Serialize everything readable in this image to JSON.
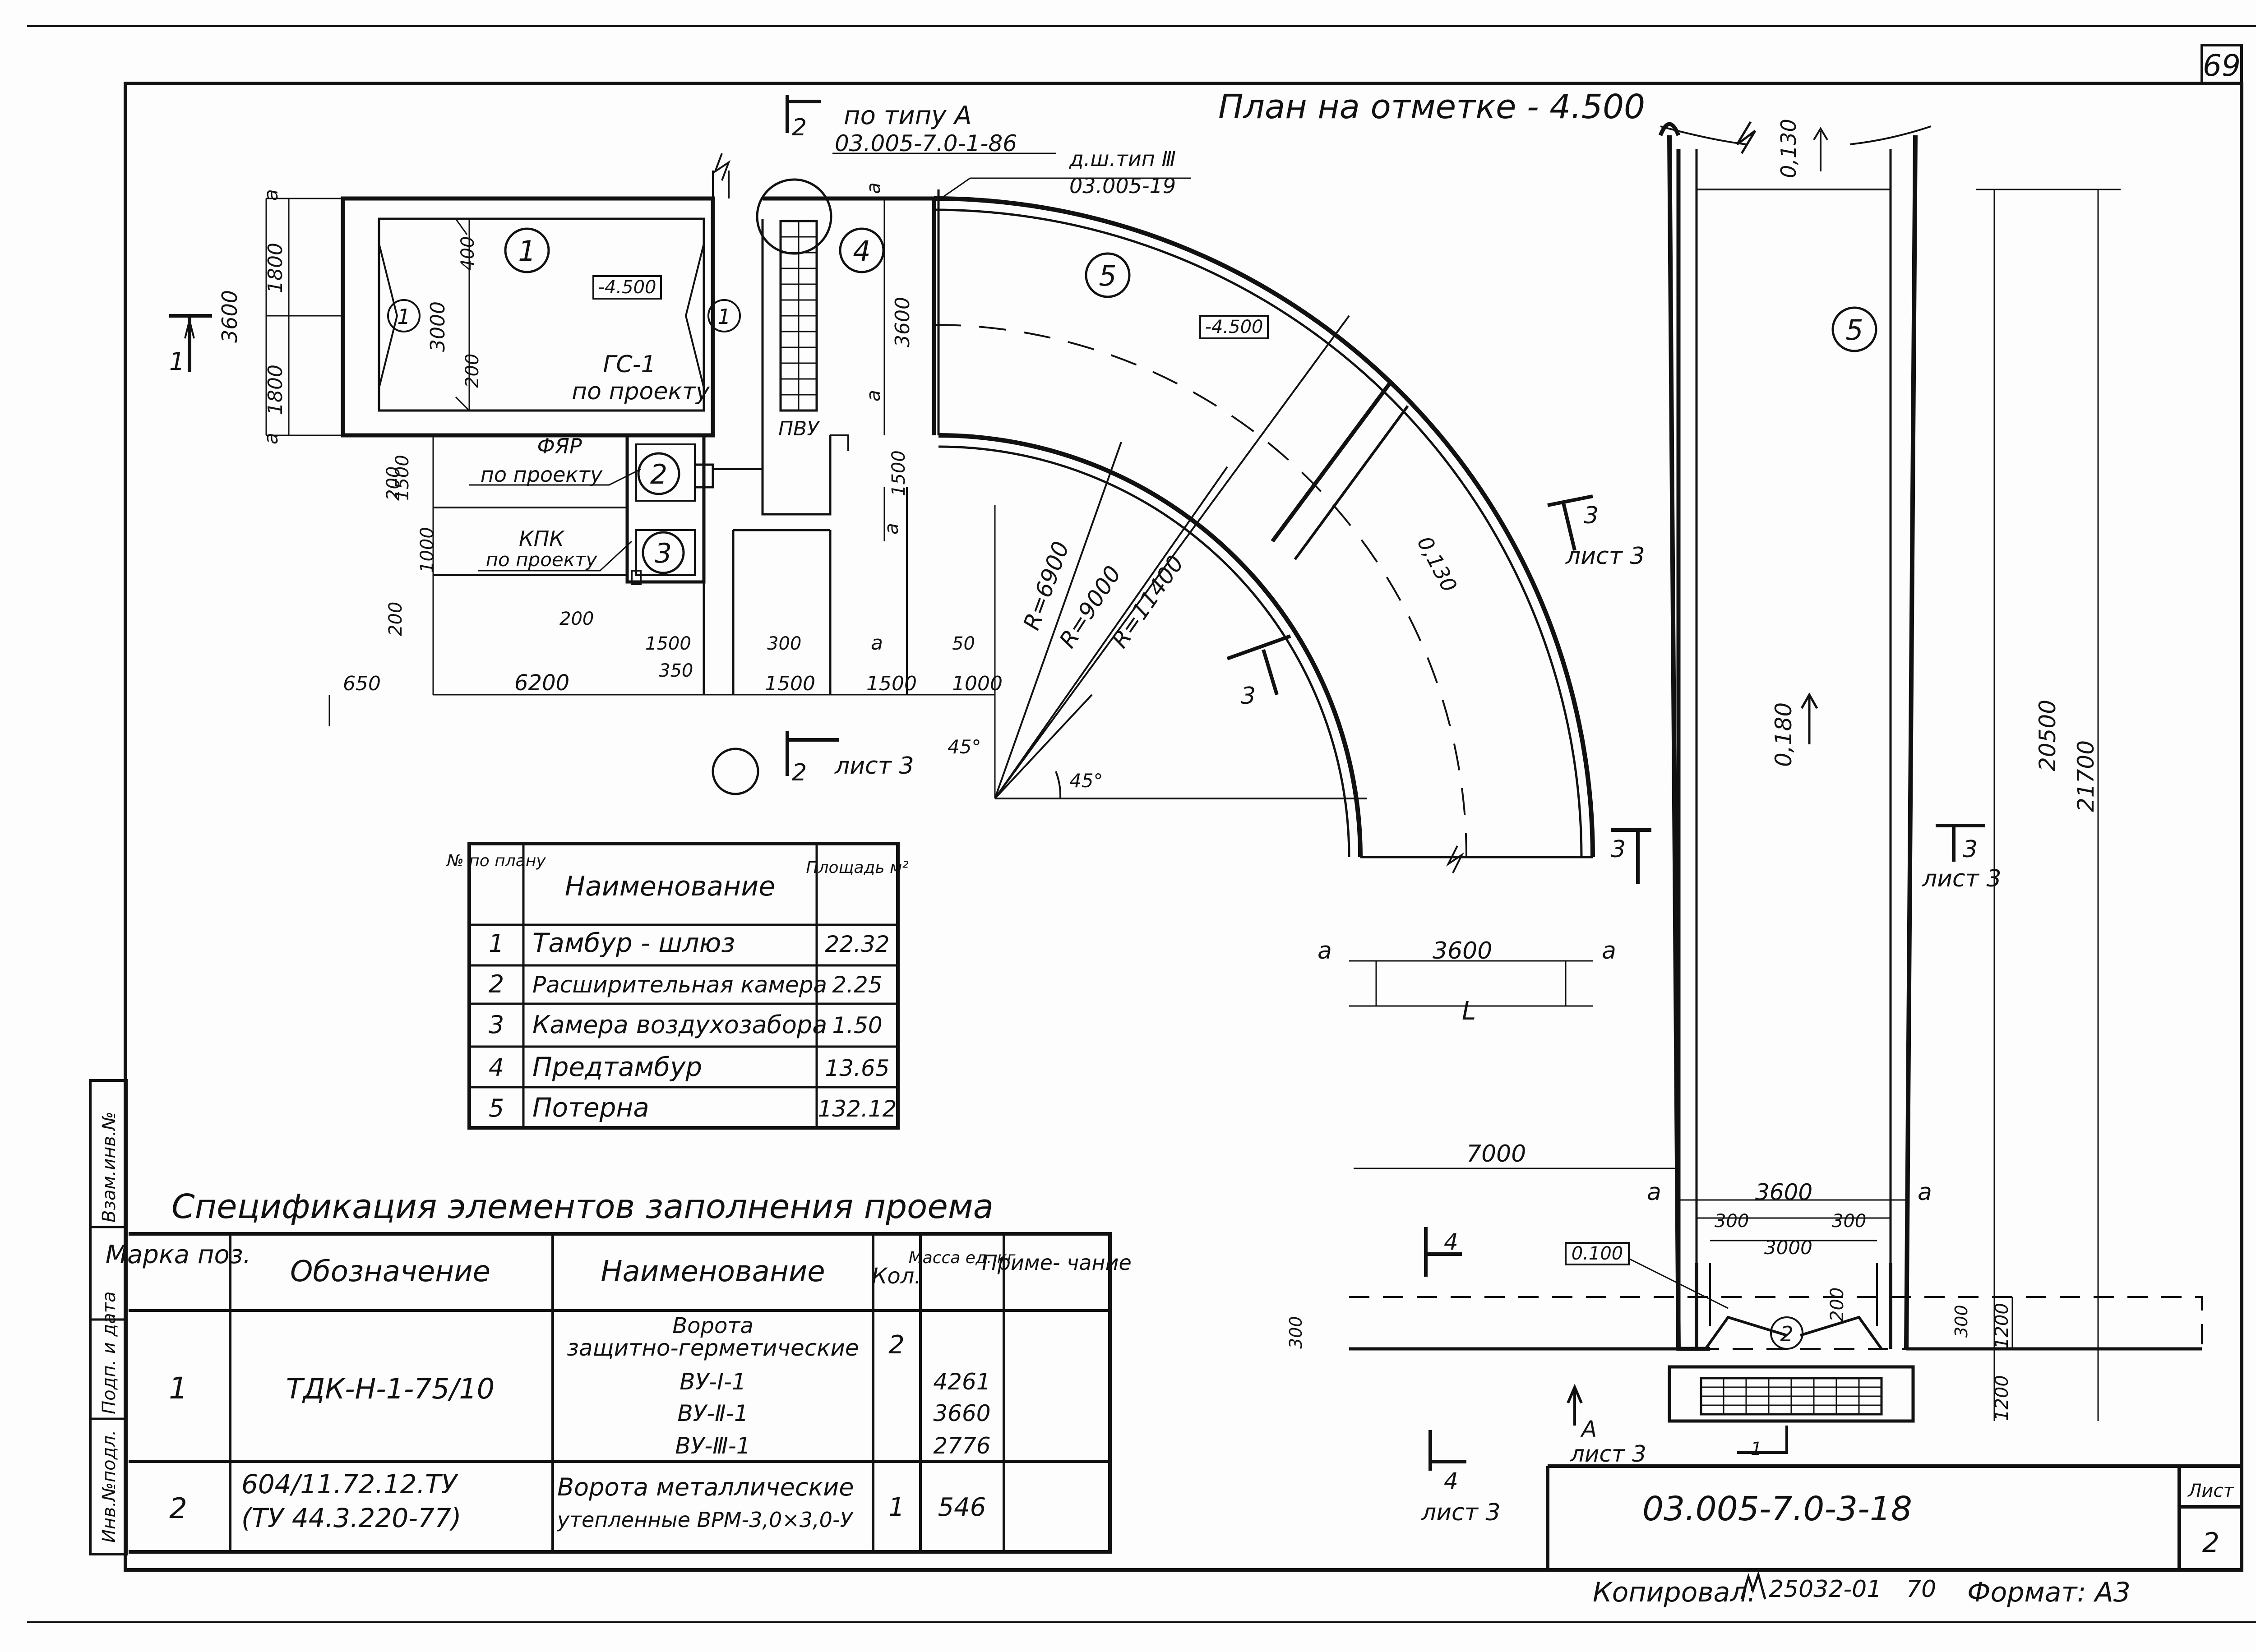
{
  "sheet_number": "69",
  "plan_title": "План на отметке - 4.500",
  "section_refs": {
    "top_label": "по типу А",
    "top_num": "2",
    "top_code": "03.005-7.0-1-86",
    "shaft_label": "д.ш.тип Ⅲ",
    "shaft_code": "03.005-19",
    "sec2_num": "2",
    "sec2_sheet": "лист 3",
    "sec1_num": "1",
    "sec3_a": "3",
    "sec3_a_sheet": "лист 3",
    "sec3_b": "3",
    "sec3_c": "3",
    "sec3_d": "3",
    "sec3_d_sheet": "лист 3",
    "sec4_top": "4",
    "sec4_bottom": "4",
    "sec4_sheet": "лист 3",
    "secA": "А",
    "secA_sheet": "лист 3",
    "sec1_bottom": "1"
  },
  "room_labels": {
    "r1": "1",
    "r2": "2",
    "r3": "3",
    "r4": "4",
    "r5a": "5",
    "r5b": "5",
    "gate1a": "1",
    "gate1b": "1",
    "gate2": "2",
    "gs1": "ГС-1",
    "gs1_sub": "по проекту",
    "fyar": "ФЯР",
    "fyar_sub": "по проекту",
    "kpk": "КПК",
    "kpk_sub": "по проекту",
    "pvu": "ПВУ"
  },
  "elevations": {
    "room1": "-4.500",
    "curve": "-4.500",
    "bottom": "0.100"
  },
  "slopes": {
    "top": "0,130",
    "curve": "0,130",
    "shaft": "0,180"
  },
  "radii": {
    "r1": "R=6900",
    "r2": "R=9000",
    "r3": "R=11400"
  },
  "angles": {
    "a1": "45°",
    "a2": "45°"
  },
  "dims": {
    "d3600_left": "3600",
    "d1800_a": "1800",
    "d1800_b": "1800",
    "d3000": "3000",
    "d400": "400",
    "d200_a": "200",
    "d3600_mid": "3600",
    "d1500_v1": "1500",
    "d1500_v2": "1500",
    "d1000_v": "1000",
    "d200_v1": "200",
    "d200_v2": "200",
    "d200_h": "200",
    "d1500_h1": "1500",
    "d350": "350",
    "d300": "300",
    "d_a1": "а",
    "d50": "50",
    "d650": "650",
    "d6200": "6200",
    "d1500_h2": "1500",
    "d1500_h3": "1500",
    "d1000_h": "1000",
    "a_v1": "а",
    "a_v2": "а",
    "a_v3": "а",
    "a_v4": "а",
    "a_top": "а",
    "a_bl": "а",
    "d3600_bottom": "3600",
    "a_br": "а",
    "dL": "L",
    "d7000": "7000",
    "a_s1": "а",
    "d3600_s": "3600",
    "a_s2": "а",
    "d300_s1": "300",
    "d300_s2": "300",
    "d3000_s": "3000",
    "d200_s": "200",
    "d300_s3": "300",
    "d300_s4": "300",
    "d1200_s1": "1200",
    "d1200_s2": "1200",
    "d20500": "20500",
    "d21700": "21700"
  },
  "area_table": {
    "headers": {
      "num": "№ по плану",
      "name": "Наименование",
      "area": "Площадь м²"
    },
    "rows": [
      {
        "num": "1",
        "name": "Тамбур - шлюз",
        "area": "22.32"
      },
      {
        "num": "2",
        "name": "Расширительная камера",
        "area": "2.25"
      },
      {
        "num": "3",
        "name": "Камера воздухозабора",
        "area": "1.50"
      },
      {
        "num": "4",
        "name": "Предтамбур",
        "area": "13.65"
      },
      {
        "num": "5",
        "name": "Потерна",
        "area": "132.12"
      }
    ]
  },
  "spec_title": "Спецификация элементов заполнения проема",
  "spec_table": {
    "headers": {
      "mark": "Марка поз.",
      "code": "Обозначение",
      "name": "Наименование",
      "qty": "Кол.",
      "mass": "Масса ед. кг",
      "note": "Приме- чание"
    },
    "rows": [
      {
        "mark": "1",
        "code": "ТДК-Н-1-75/10",
        "name_lines": [
          "Ворота",
          "защитно-герметические",
          "ВУ-Ⅰ-1",
          "ВУ-Ⅱ-1",
          "ВУ-Ⅲ-1"
        ],
        "qty": "2",
        "mass_lines": [
          "4261",
          "3660",
          "2776"
        ],
        "note": ""
      },
      {
        "mark": "2",
        "code_lines": [
          "604/11.72.12.ТУ",
          "(ТУ 44.3.220-77)"
        ],
        "name_lines": [
          "Ворота металлические",
          "утепленные ВРМ-3,0×3,0-У"
        ],
        "qty": "1",
        "mass_lines": [
          "546"
        ],
        "note": ""
      }
    ]
  },
  "side_stamp": {
    "c1": "Инв.№подл.",
    "c2": "Подп. и дата",
    "c3": "Взам.инв.№"
  },
  "title_block": {
    "code": "03.005-7.0-3-18",
    "sheet_label": "Лист",
    "sheet_value": "2"
  },
  "footer": {
    "copied": "Копировал:",
    "copied_num": "25032-01",
    "copied_num2": "70",
    "format": "Формат: А3"
  }
}
